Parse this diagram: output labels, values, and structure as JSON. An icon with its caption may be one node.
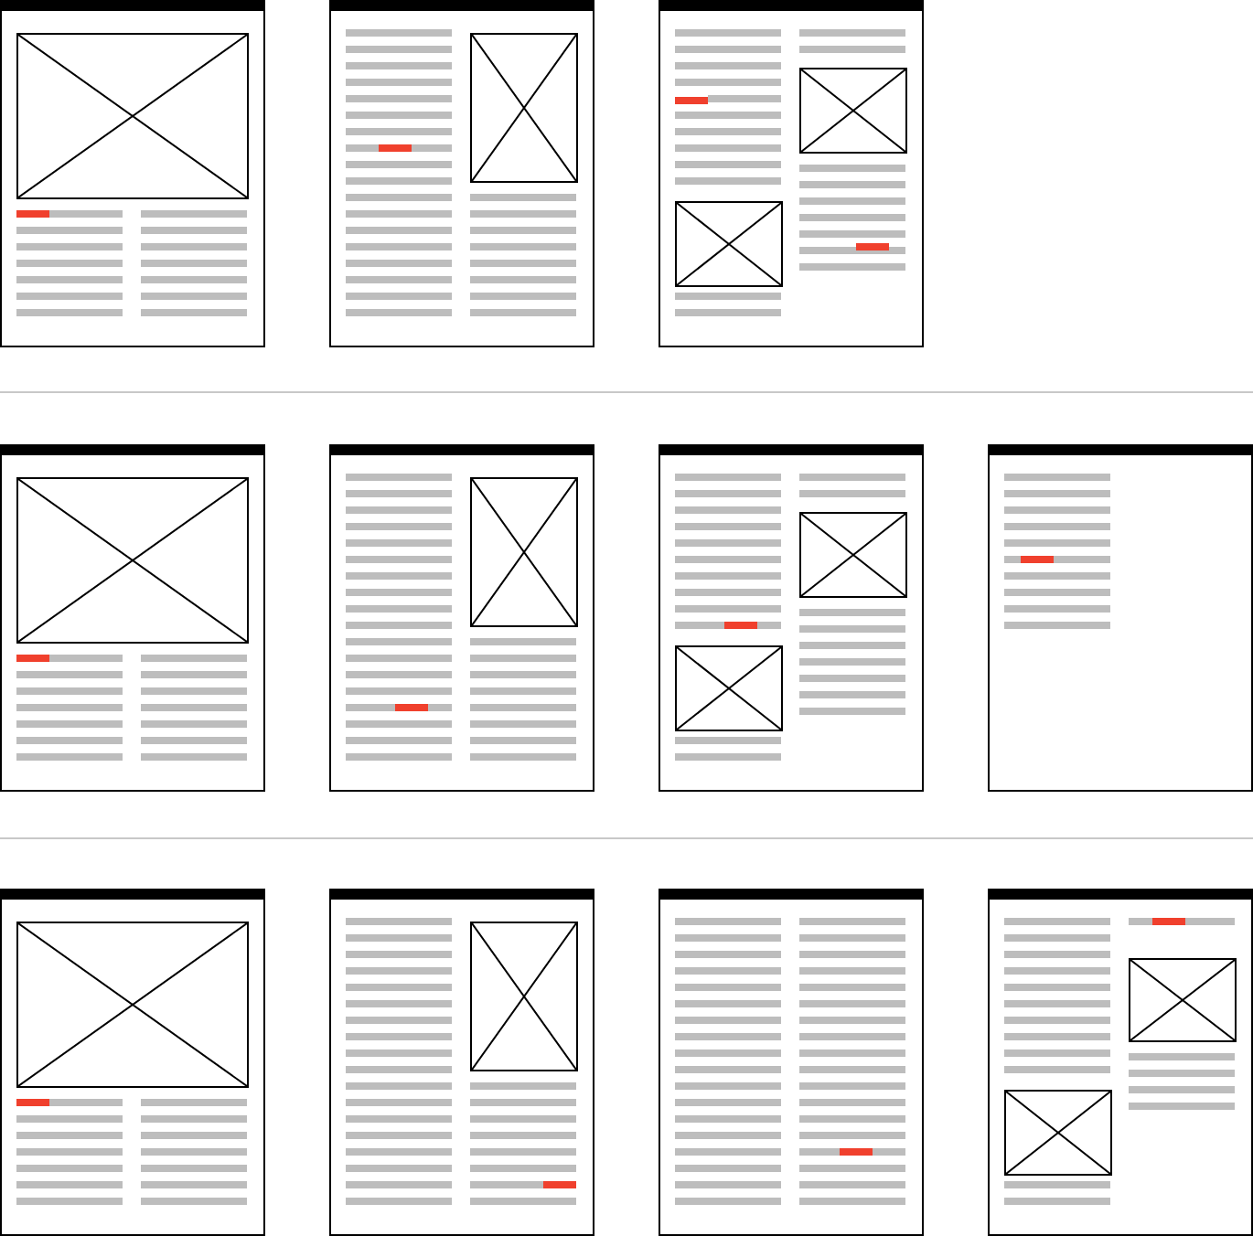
{
  "diagram": {
    "nodes": [
      {
        "text": [],
        "shape": "box"
      },
      {
        "text": [],
        "shape": "box",
        "in": 0
      },
      {
        "text": [],
        "shape": "box"
      },
      {
        "text": [],
        "shape": "box",
        "in": 2
      },
      {
        "text": [],
        "shape": "box"
      },
      {
        "text": [],
        "shape": "box",
        "in": 4
      },
      {
        "text": [],
        "shape": "box",
        "in": 4
      },
      {
        "text": [],
        "shape": "box"
      },
      {
        "text": [],
        "shape": "box",
        "in": 7
      },
      {
        "text": [],
        "shape": "box"
      },
      {
        "text": [],
        "shape": "box",
        "in": 9
      },
      {
        "text": [],
        "shape": "box"
      },
      {
        "text": [],
        "shape": "box",
        "in": 11
      },
      {
        "text": [],
        "shape": "box",
        "in": 11
      },
      {
        "text": [],
        "shape": "box"
      },
      {
        "text": [],
        "shape": "box"
      },
      {
        "text": [],
        "shape": "box",
        "in": 15
      },
      {
        "text": [],
        "shape": "box"
      },
      {
        "text": [],
        "shape": "box",
        "in": 17
      },
      {
        "text": [],
        "shape": "box"
      },
      {
        "text": [],
        "shape": "box"
      },
      {
        "text": [],
        "shape": "box",
        "in": 20
      },
      {
        "text": [],
        "shape": "box",
        "in": 20
      }
    ]
  }
}
